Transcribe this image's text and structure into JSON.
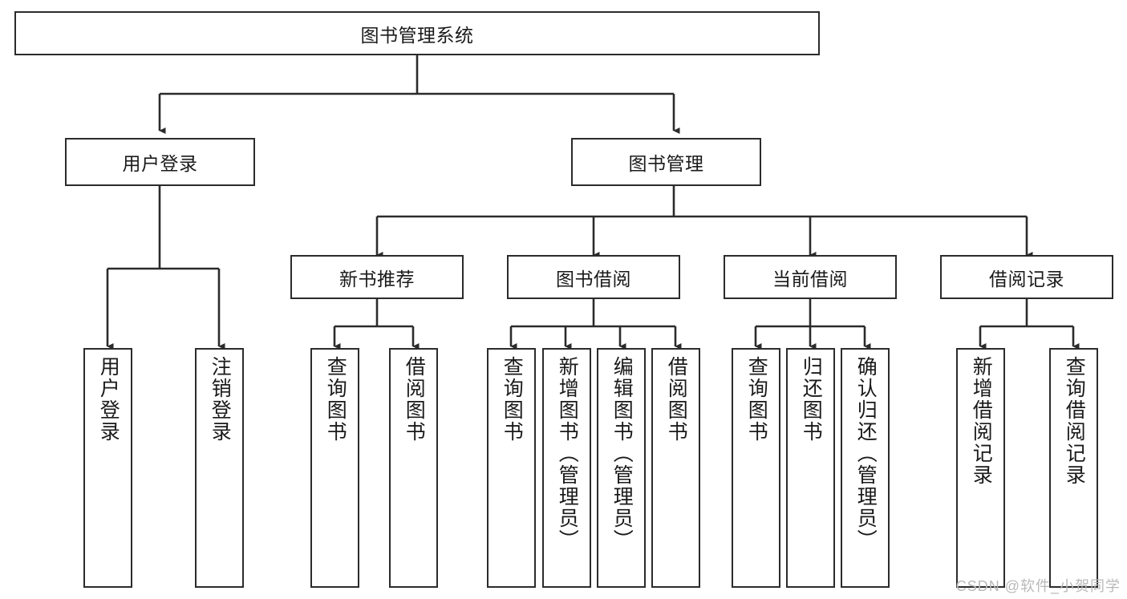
{
  "diagram": {
    "type": "tree",
    "title": "图书管理系统",
    "watermark": "CSDN @软件_小贺同学",
    "colors": {
      "border": "#2b2b2b",
      "background": "#ffffff",
      "text": "#1a1a1a",
      "watermark": "#b9b9b9"
    },
    "nodes": {
      "root": {
        "label": "图书管理系统"
      },
      "level1": [
        {
          "id": "user-login",
          "label": "用户登录"
        },
        {
          "id": "book-management",
          "label": "图书管理"
        }
      ],
      "level2": [
        {
          "id": "new-book-recommend",
          "label": "新书推荐"
        },
        {
          "id": "book-borrow",
          "label": "图书借阅"
        },
        {
          "id": "current-borrow",
          "label": "当前借阅"
        },
        {
          "id": "borrow-record",
          "label": "借阅记录"
        }
      ],
      "leaves": {
        "user_login": [
          {
            "id": "leaf-user-login",
            "label": "用户登录"
          },
          {
            "id": "leaf-logout-login",
            "label": "注销登录"
          }
        ],
        "new_book_recommend": [
          {
            "id": "leaf-query-book-1",
            "label": "查询图书"
          },
          {
            "id": "leaf-borrow-book-1",
            "label": "借阅图书"
          }
        ],
        "book_borrow": [
          {
            "id": "leaf-query-book-2",
            "label": "查询图书"
          },
          {
            "id": "leaf-add-book",
            "label": "新增图书（管理员）"
          },
          {
            "id": "leaf-edit-book",
            "label": "编辑图书（管理员）"
          },
          {
            "id": "leaf-borrow-book-2",
            "label": "借阅图书"
          }
        ],
        "current_borrow": [
          {
            "id": "leaf-query-book-3",
            "label": "查询图书"
          },
          {
            "id": "leaf-return-book",
            "label": "归还图书"
          },
          {
            "id": "leaf-confirm-return",
            "label": "确认归还（管理员）"
          }
        ],
        "borrow_record": [
          {
            "id": "leaf-add-record",
            "label": "新增借阅记录"
          },
          {
            "id": "leaf-query-record",
            "label": "查询借阅记录"
          }
        ]
      }
    }
  }
}
